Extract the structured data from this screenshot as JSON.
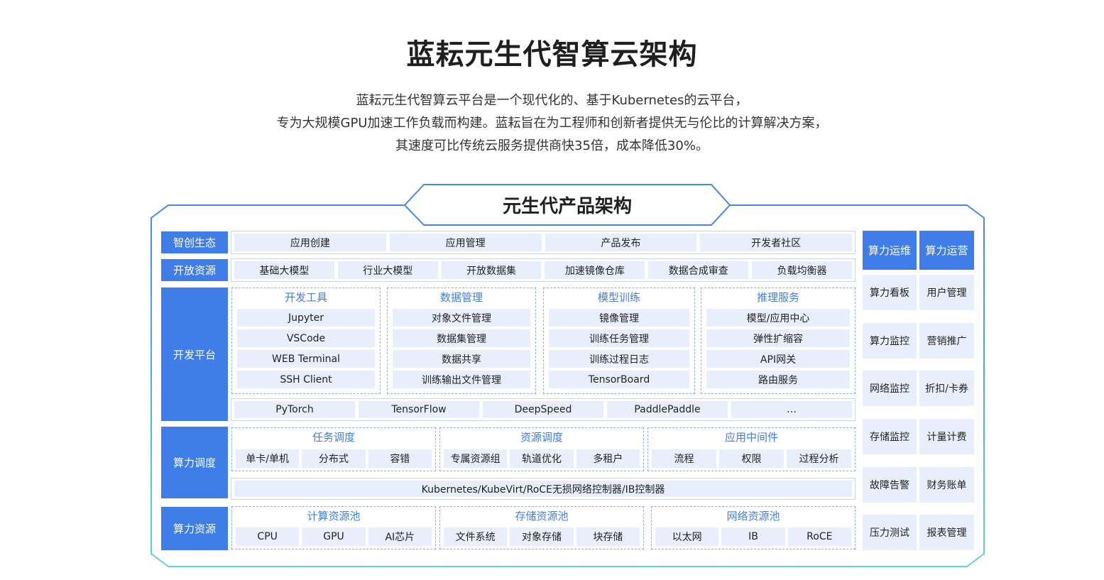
{
  "header": {
    "title": "蓝耘元生代智算云架构",
    "desc_line1": "蓝耘元生代智算云平台是一个现代化的、基于Kubernetes的云平台，",
    "desc_line2": "专为大规模GPU加速工作负载而构建。蓝耘旨在为工程师和创新者提供无与伦比的计算解决方案，",
    "desc_line3": "其速度可比传统云服务提供商快35倍，成本降低30%。"
  },
  "arch": {
    "title": "元生代产品架构",
    "ecosystem": {
      "label": "智创生态",
      "items": [
        "应用创建",
        "应用管理",
        "产品发布",
        "开发者社区"
      ]
    },
    "open_resources": {
      "label": "开放资源",
      "items": [
        "基础大模型",
        "行业大模型",
        "开放数据集",
        "加速镜像仓库",
        "数据合成审查",
        "负载均衡器"
      ]
    },
    "dev_platform": {
      "label": "开发平台",
      "groups": [
        {
          "title": "开发工具",
          "items": [
            "Jupyter",
            "VSCode",
            "WEB Terminal",
            "SSH Client"
          ]
        },
        {
          "title": "数据管理",
          "items": [
            "对象文件管理",
            "数据集管理",
            "数据共享",
            "训练输出文件管理"
          ]
        },
        {
          "title": "模型训练",
          "items": [
            "镜像管理",
            "训练任务管理",
            "训练过程日志",
            "TensorBoard"
          ]
        },
        {
          "title": "推理服务",
          "items": [
            "模型/应用中心",
            "弹性扩缩容",
            "API网关",
            "路由服务"
          ]
        }
      ],
      "frameworks": [
        "PyTorch",
        "TensorFlow",
        "DeepSpeed",
        "PaddlePaddle",
        "…"
      ]
    },
    "scheduling": {
      "label": "算力调度",
      "groups": [
        {
          "title": "任务调度",
          "items": [
            "单卡/单机",
            "分布式",
            "容错"
          ]
        },
        {
          "title": "资源调度",
          "items": [
            "专属资源组",
            "轨道优化",
            "多租户"
          ]
        },
        {
          "title": "应用中间件",
          "items": [
            "流程",
            "权限",
            "过程分析"
          ]
        }
      ],
      "infra": "Kubernetes/KubeVirt/RoCE无损网络控制器/IB控制器"
    },
    "resources": {
      "label": "算力资源",
      "groups": [
        {
          "title": "计算资源池",
          "items": [
            "CPU",
            "GPU",
            "AI芯片"
          ]
        },
        {
          "title": "存储资源池",
          "items": [
            "文件系统",
            "对象存储",
            "块存储"
          ]
        },
        {
          "title": "网络资源池",
          "items": [
            "以太网",
            "IB",
            "RoCE"
          ]
        }
      ]
    },
    "ops": {
      "label": "算力运维",
      "items": [
        "算力看板",
        "算力监控",
        "网络监控",
        "存储监控",
        "故障告警",
        "压力测试"
      ]
    },
    "operations": {
      "label": "算力运营",
      "items": [
        "用户管理",
        "营销推广",
        "折扣/卡券",
        "计量计费",
        "财务账单",
        "报表管理"
      ]
    }
  }
}
